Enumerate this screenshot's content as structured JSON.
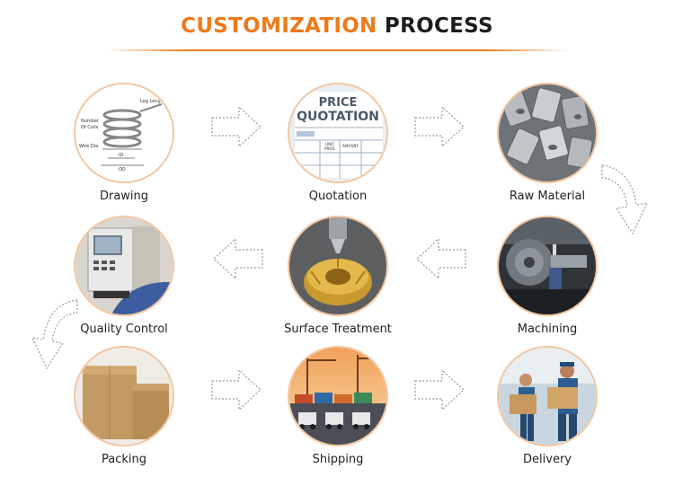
{
  "header": {
    "title_highlight": "CUSTOMIZATION",
    "title_rest": "PROCESS",
    "accent_color": "#ef7a1a"
  },
  "drawing": {
    "labels": {
      "leg_length": "Leg Leng",
      "number_of_coils_1": "Number",
      "number_of_coils_2": "Of Coils",
      "wire_dia": "Wire Dia.",
      "id": "ID",
      "od": "OD"
    }
  },
  "quotation": {
    "line1": "PRICE",
    "line2": "QUOTATION",
    "col1": "UNIT",
    "col1b": "PRICE",
    "col2": "AMOUNT"
  },
  "steps": [
    {
      "label": "Drawing",
      "icon": "spring-drawing-icon"
    },
    {
      "label": "Quotation",
      "icon": "price-quotation-icon"
    },
    {
      "label": "Raw Material",
      "icon": "metal-tubes-icon"
    },
    {
      "label": "Machining",
      "icon": "cnc-machine-icon"
    },
    {
      "label": "Surface Treatment",
      "icon": "brass-part-icon"
    },
    {
      "label": "Quality Control",
      "icon": "inspection-machine-icon"
    },
    {
      "label": "Packing",
      "icon": "cardboard-box-icon"
    },
    {
      "label": "Shipping",
      "icon": "cargo-port-icon"
    },
    {
      "label": "Delivery",
      "icon": "delivery-worker-icon"
    }
  ]
}
